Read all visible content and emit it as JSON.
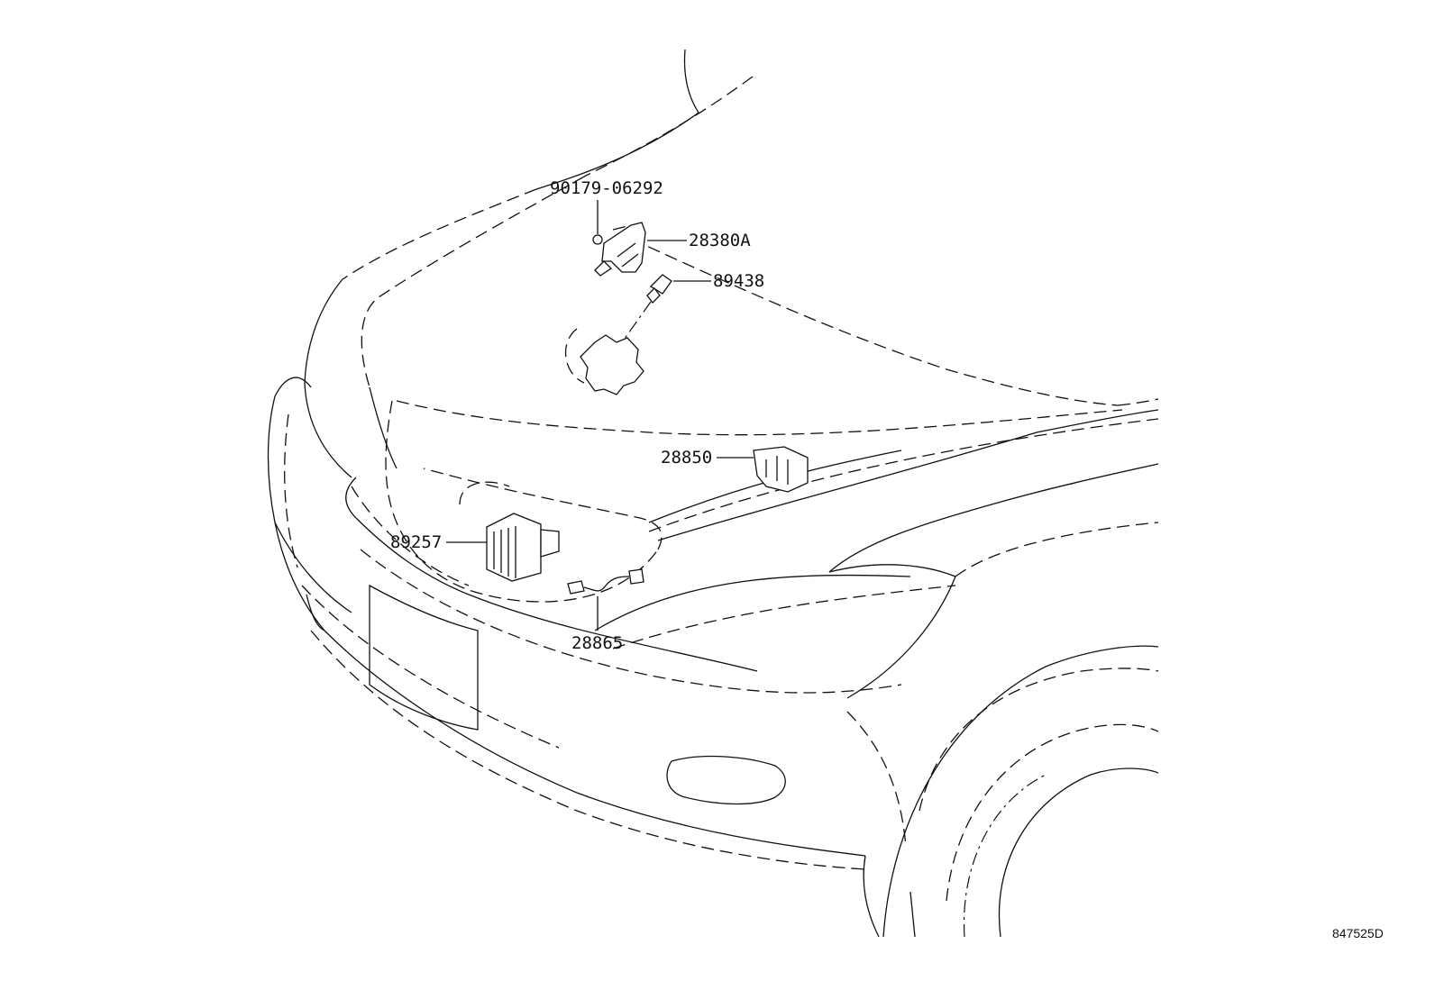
{
  "callouts": {
    "p90179": "90179-06292",
    "p28380A": "28380A",
    "p89438": "89438",
    "p28850": "28850",
    "p89257": "89257",
    "p28865": "28865"
  },
  "drawing_code": "847525D"
}
